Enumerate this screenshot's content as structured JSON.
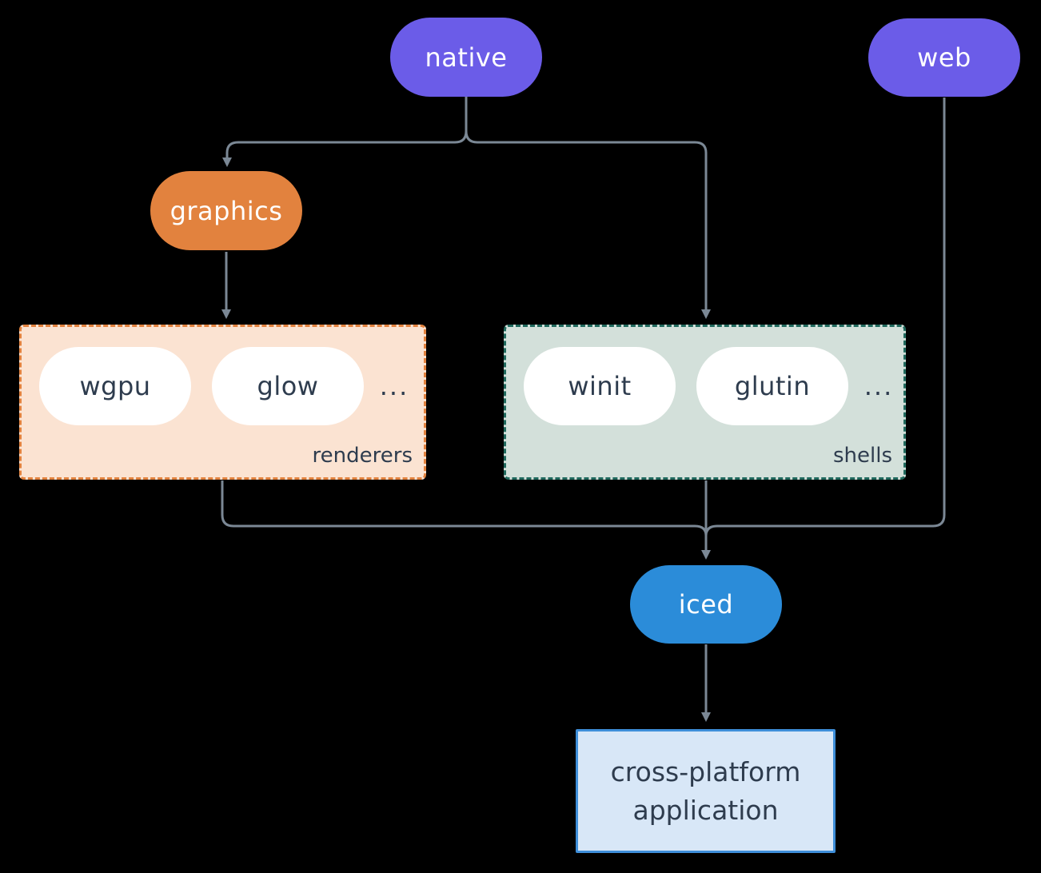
{
  "nodes": {
    "native": "native",
    "web": "web",
    "graphics": "graphics",
    "iced": "iced",
    "app_line1": "cross-platform",
    "app_line2": "application"
  },
  "groups": {
    "renderers": {
      "label": "renderers",
      "items": [
        "wgpu",
        "glow"
      ],
      "ellipsis": "..."
    },
    "shells": {
      "label": "shells",
      "items": [
        "winit",
        "glutin"
      ],
      "ellipsis": "..."
    }
  },
  "colors": {
    "background": "#000000",
    "purple_node": "#6b5ce8",
    "orange_node": "#e2823e",
    "blue_node": "#2b8cd9",
    "renderers_fill": "#fbe3d2",
    "renderers_border": "#e2823e",
    "shells_fill": "#d3e0da",
    "shells_border": "#20695d",
    "app_fill": "#d8e7f7",
    "app_border": "#3e8ed9",
    "connector_line": "#7b8895",
    "text_dark": "#2e3c4e",
    "text_light": "#ffffff"
  }
}
